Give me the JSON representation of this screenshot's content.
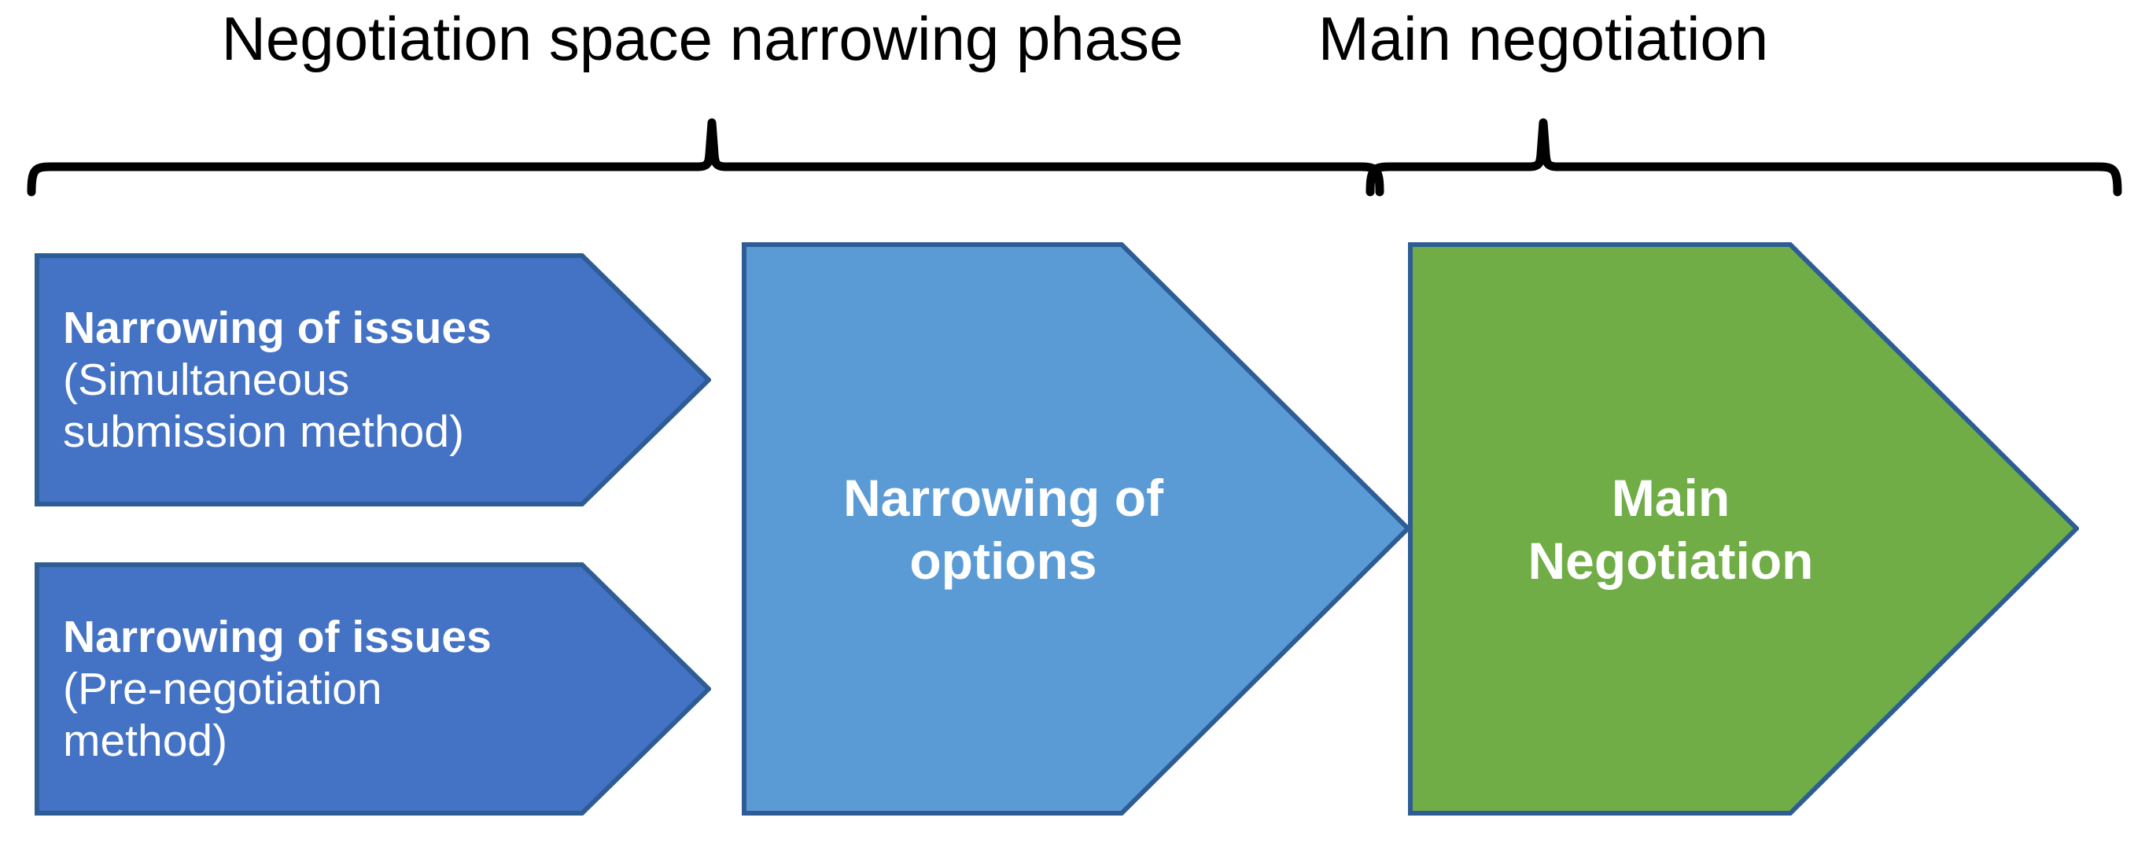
{
  "diagram": {
    "title_top_left": "Negotiation space narrowing phase",
    "title_top_right": "Main negotiation",
    "colors": {
      "dark_blue": "#4472C4",
      "light_blue": "#5B9BD5",
      "green": "#70AD47",
      "outline": "#2E5C95",
      "text_on_shape": "#FFFFFF",
      "label_text": "#000000",
      "background": "#FFFFFF",
      "brace": "#000000"
    },
    "phases": [
      {
        "name": "negotiation-space-narrowing-phase",
        "label": "Negotiation space narrowing phase"
      },
      {
        "name": "main-negotiation",
        "label": "Main negotiation"
      }
    ],
    "stages": [
      {
        "id": "narrowing-of-issues-simultaneous",
        "heading": "Narrowing of issues",
        "detail_lines": [
          "(Simultaneous",
          "submission method)"
        ],
        "color": "#4472C4",
        "phase": "Negotiation space narrowing phase"
      },
      {
        "id": "narrowing-of-issues-pre-negotiation",
        "heading": "Narrowing of issues",
        "detail_lines": [
          "(Pre-negotiation",
          "method)"
        ],
        "color": "#4472C4",
        "phase": "Negotiation space narrowing phase"
      },
      {
        "id": "narrowing-of-options",
        "heading_lines": [
          "Narrowing of",
          "options"
        ],
        "color": "#5B9BD5",
        "phase": "Negotiation space narrowing phase"
      },
      {
        "id": "main-negotiation",
        "heading_lines": [
          "Main",
          "Negotiation"
        ],
        "color": "#70AD47",
        "phase": "Main negotiation"
      }
    ],
    "arrow_simultaneous": {
      "heading": "Narrowing of issues",
      "detail_line_1": "(Simultaneous",
      "detail_line_2": "submission method)"
    },
    "arrow_prenegotiation": {
      "heading": "Narrowing of issues",
      "detail_line_1": "(Pre-negotiation",
      "detail_line_2": "method)"
    },
    "arrow_options": {
      "line_1": "Narrowing of",
      "line_2": "options"
    },
    "arrow_main": {
      "line_1": "Main",
      "line_2": "Negotiation"
    }
  }
}
